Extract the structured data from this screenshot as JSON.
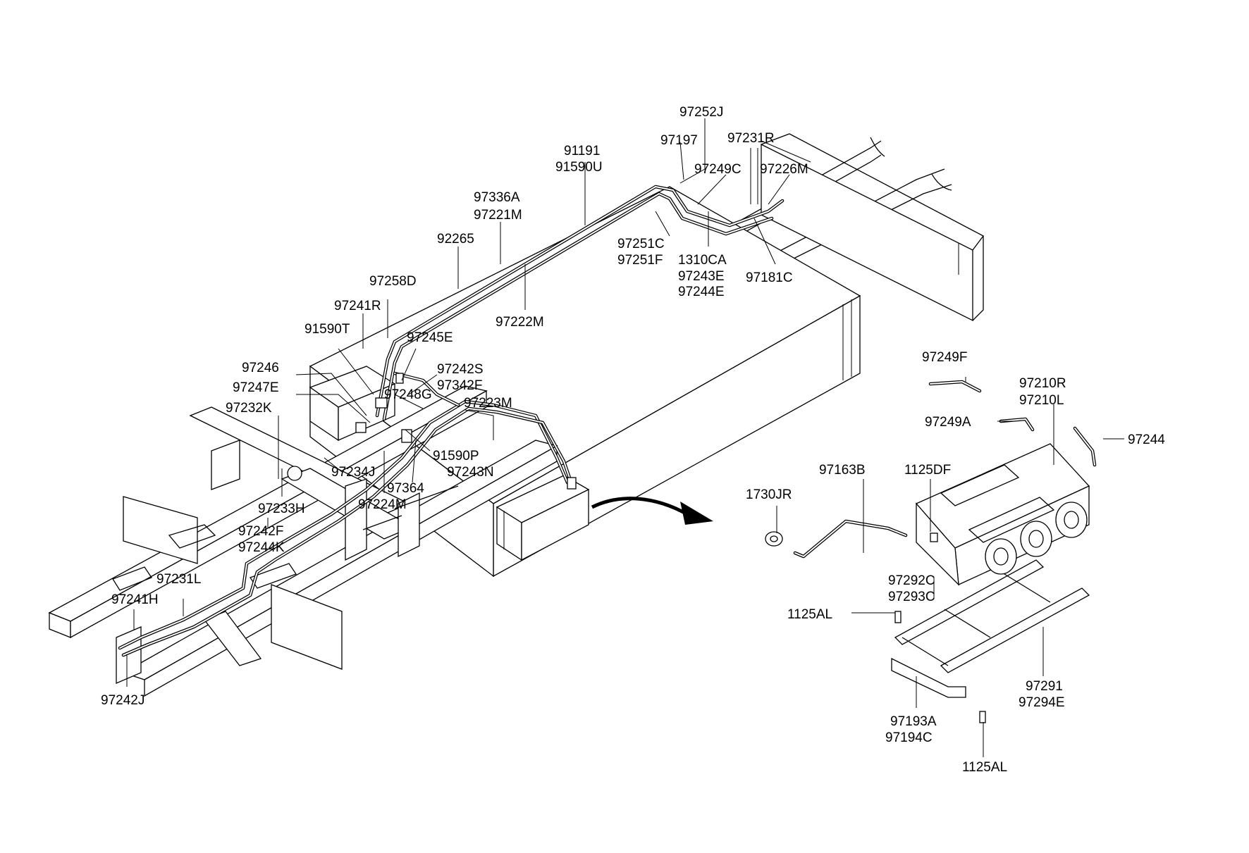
{
  "labels": {
    "p97252J": "97252J",
    "p97197": "97197",
    "p97231R": "97231R",
    "p91191": "91191",
    "p91590U": "91590U",
    "p97249C": "97249C",
    "p97226M": "97226M",
    "p97336A": "97336A",
    "p97221M": "97221M",
    "p92265": "92265",
    "p97251C": "97251C",
    "p97251F": "97251F",
    "p1310CA": "1310CA",
    "p97243E": "97243E",
    "p97244E": "97244E",
    "p97181C": "97181C",
    "p97258D": "97258D",
    "p97241R": "97241R",
    "p97222M": "97222M",
    "p91590T": "91590T",
    "p97245E": "97245E",
    "p97246": "97246",
    "p97242S": "97242S",
    "p97342F": "97342F",
    "p97247E": "97247E",
    "p97248G": "97248G",
    "p97223M": "97223M",
    "p97232K": "97232K",
    "p91590P": "91590P",
    "p97243N": "97243N",
    "p97234J": "97234J",
    "p97364": "97364",
    "p97233H": "97233H",
    "p97224M": "97224M",
    "p97242F": "97242F",
    "p97244K": "97244K",
    "p97231L": "97231L",
    "p97241H": "97241H",
    "p97242J": "97242J",
    "p97249F": "97249F",
    "p97210R": "97210R",
    "p97210L": "97210L",
    "p97249A": "97249A",
    "p97244": "97244",
    "p97163B": "97163B",
    "p1125DF": "1125DF",
    "p1730JR": "1730JR",
    "p97292C": "97292C",
    "p97293C": "97293C",
    "p1125AL_a": "1125AL",
    "p97291": "97291",
    "p97294E": "97294E",
    "p97193A": "97193A",
    "p97194C": "97194C",
    "p1125AL_b": "1125AL"
  }
}
